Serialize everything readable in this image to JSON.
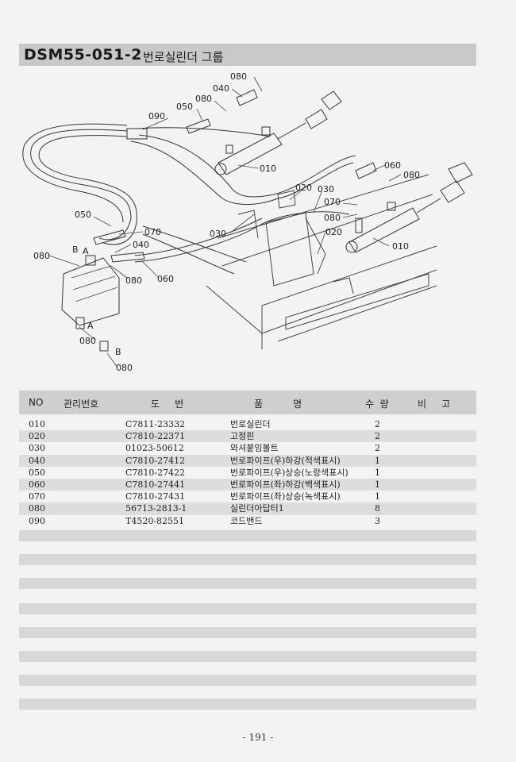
{
  "header": {
    "code": "DSM55-051-2",
    "name": "번로실린더 그룹"
  },
  "diagram": {
    "callouts": [
      "080",
      "040",
      "080",
      "050",
      "090",
      "010",
      "060",
      "080",
      "020",
      "030",
      "070",
      "080",
      "030",
      "020",
      "010",
      "050",
      "070",
      "040",
      "080",
      "080",
      "060",
      "080",
      "080"
    ],
    "letters": [
      "B",
      "A",
      "A",
      "B"
    ]
  },
  "table": {
    "headers": {
      "no": "NO",
      "mgmt": "관리번호",
      "drawing": "도     번",
      "name": "품          명",
      "qty": "수  량",
      "remark": "비     고"
    },
    "rows": [
      {
        "no": "010",
        "part": "C7811-23332",
        "name": "번로실린더",
        "qty": "2"
      },
      {
        "no": "020",
        "part": "C7810-22371",
        "name": "고정핀",
        "qty": "2"
      },
      {
        "no": "030",
        "part": "01023-50612",
        "name": "와셔붙임볼트",
        "qty": "2"
      },
      {
        "no": "040",
        "part": "C7810-27412",
        "name": "번로파이프(우)하강(적색표시)",
        "qty": "1"
      },
      {
        "no": "050",
        "part": "C7810-27422",
        "name": "번로파이프(우)상승(노랑색표시)",
        "qty": "1"
      },
      {
        "no": "060",
        "part": "C7810-27441",
        "name": "번로파이프(좌)하강(백색표시)",
        "qty": "1"
      },
      {
        "no": "070",
        "part": "C7810-27431",
        "name": "번로파이프(좌)상승(녹색표시)",
        "qty": "1"
      },
      {
        "no": "080",
        "part": "56713-2813-1",
        "name": "실린더아답터1",
        "qty": "8"
      },
      {
        "no": "090",
        "part": "T4520-82551",
        "name": "코드밴드",
        "qty": "3"
      }
    ]
  },
  "footer": {
    "page": "- 191 -"
  }
}
